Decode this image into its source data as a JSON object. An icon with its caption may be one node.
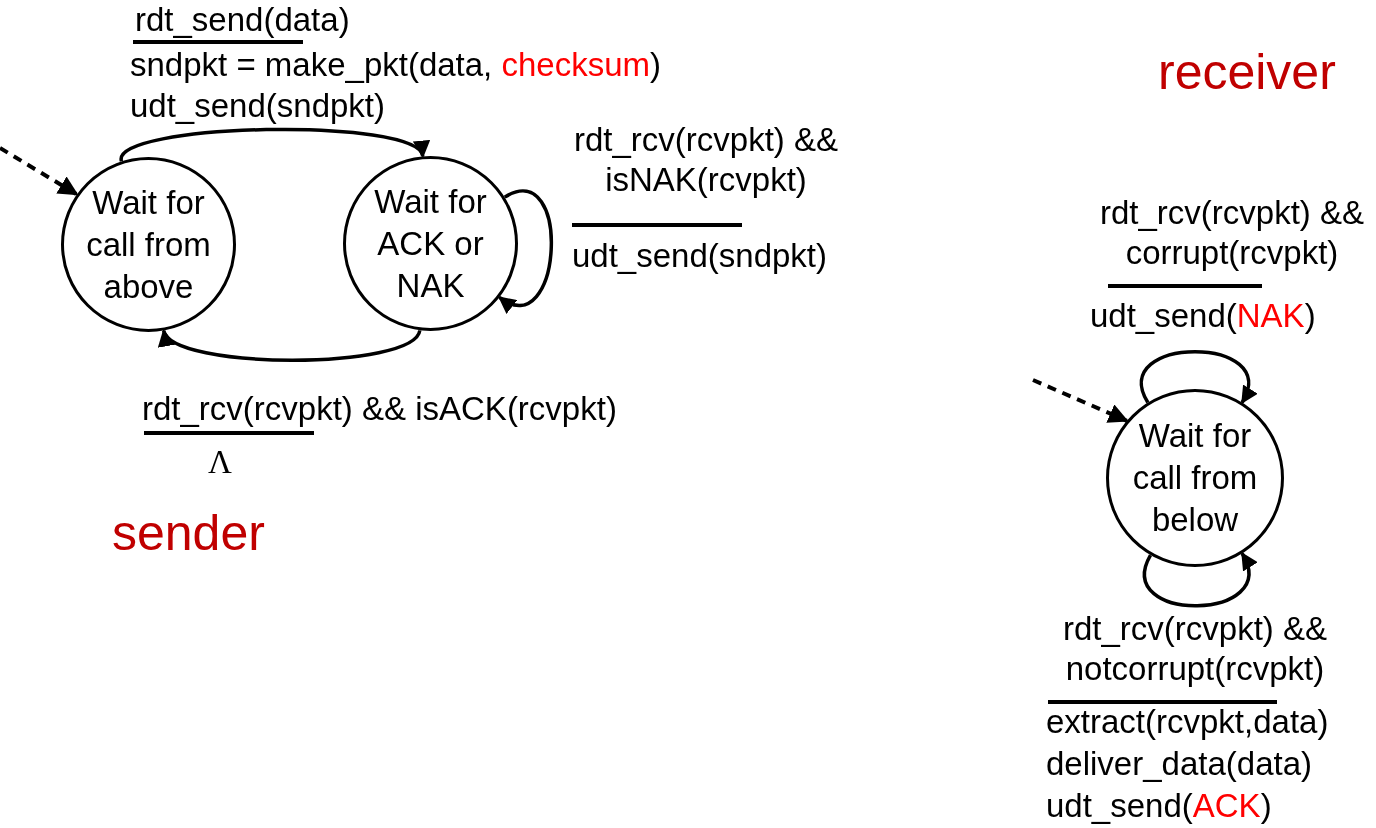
{
  "diagram": {
    "nodes": [
      {
        "text": [
          "Wait for call from above"
        ]
      },
      {
        "text": [
          "Wait for ACK or NAK"
        ]
      },
      {
        "text": [
          "Wait for call from below"
        ]
      }
    ],
    "edges": [
      {
        "from": null,
        "to": 0,
        "arrow": "to",
        "style": "dashed"
      },
      {
        "from": 0,
        "to": 1,
        "arrow": "to",
        "label": "rdt_send(data)"
      },
      {
        "from": 1,
        "to": 1,
        "arrow": "to",
        "label": "rdt_rcv(rcvpkt) && isNAK(rcvpkt)"
      },
      {
        "from": 1,
        "to": 0,
        "arrow": "to",
        "label": "rdt_rcv(rcvpkt) && isACK(rcvpkt)"
      },
      {
        "from": null,
        "to": 2,
        "arrow": "to",
        "style": "dashed"
      },
      {
        "from": 2,
        "to": 2,
        "arrow": "to",
        "label": "rdt_rcv(rcvpkt) && corrupt(rcvpkt)"
      },
      {
        "from": 2,
        "to": 2,
        "arrow": "to",
        "label": "rdt_rcv(rcvpkt) && notcorrupt(rcvpkt)"
      }
    ],
    "labels": [
      "sndpkt = make_pkt(data, **checksum**)",
      "udt_send(sndpkt)",
      "receiver",
      "udt_send(sndpkt)",
      "udt_send(**NAK**)",
      "Λ",
      "sender",
      "extract(rcvpkt,data)",
      "deliver_data(data)",
      "udt_send(**ACK**)"
    ]
  }
}
